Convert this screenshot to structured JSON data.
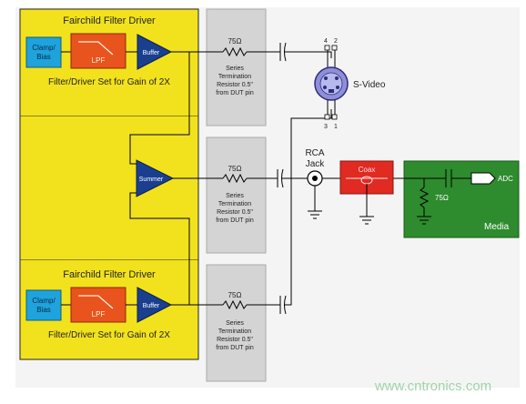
{
  "driver_top": {
    "title": "Fairchild Filter Driver",
    "clamp_label_line1": "Clamp/",
    "clamp_label_line2": "Bias",
    "lpf_label": "LPF",
    "buffer_label": "Buffer",
    "gain_caption": "Filter/Driver Set for Gain of 2X"
  },
  "driver_bottom": {
    "title": "Fairchild Filter Driver",
    "clamp_label_line1": "Clamp/",
    "clamp_label_line2": "Bias",
    "lpf_label": "LPF",
    "buffer_label": "Buffer",
    "gain_caption": "Filter/Driver Set for Gain of 2X"
  },
  "summer_label": "Summer",
  "resistor_label": "75Ω",
  "termination_text": {
    "line1": "Series",
    "line2": "Termination",
    "line3": "Resistor 0.5\"",
    "line4": "from DUT pin"
  },
  "svideo": {
    "label": "S-Video",
    "pin_top_left": "4",
    "pin_top_right": "2",
    "pin_bottom_left": "3",
    "pin_bottom_right": "1"
  },
  "rca_label_line1": "RCA",
  "rca_label_line2": "Jack",
  "coax_label": "Coax",
  "media": {
    "adc_label": "ADC",
    "resistor_label": "75Ω",
    "media_label": "Media"
  },
  "watermark": "www.cntronics.com",
  "colors": {
    "driver_yellow": "#f2e21d",
    "clamp_blue": "#1fa3dc",
    "lpf_orange": "#e9531d",
    "buffer_navy": "#1a3f8f",
    "gray_panel": "#d4d4d4",
    "coax_red": "#e02a22",
    "media_green": "#2e8b2e",
    "svideo_purple": "#8e8fd8"
  }
}
